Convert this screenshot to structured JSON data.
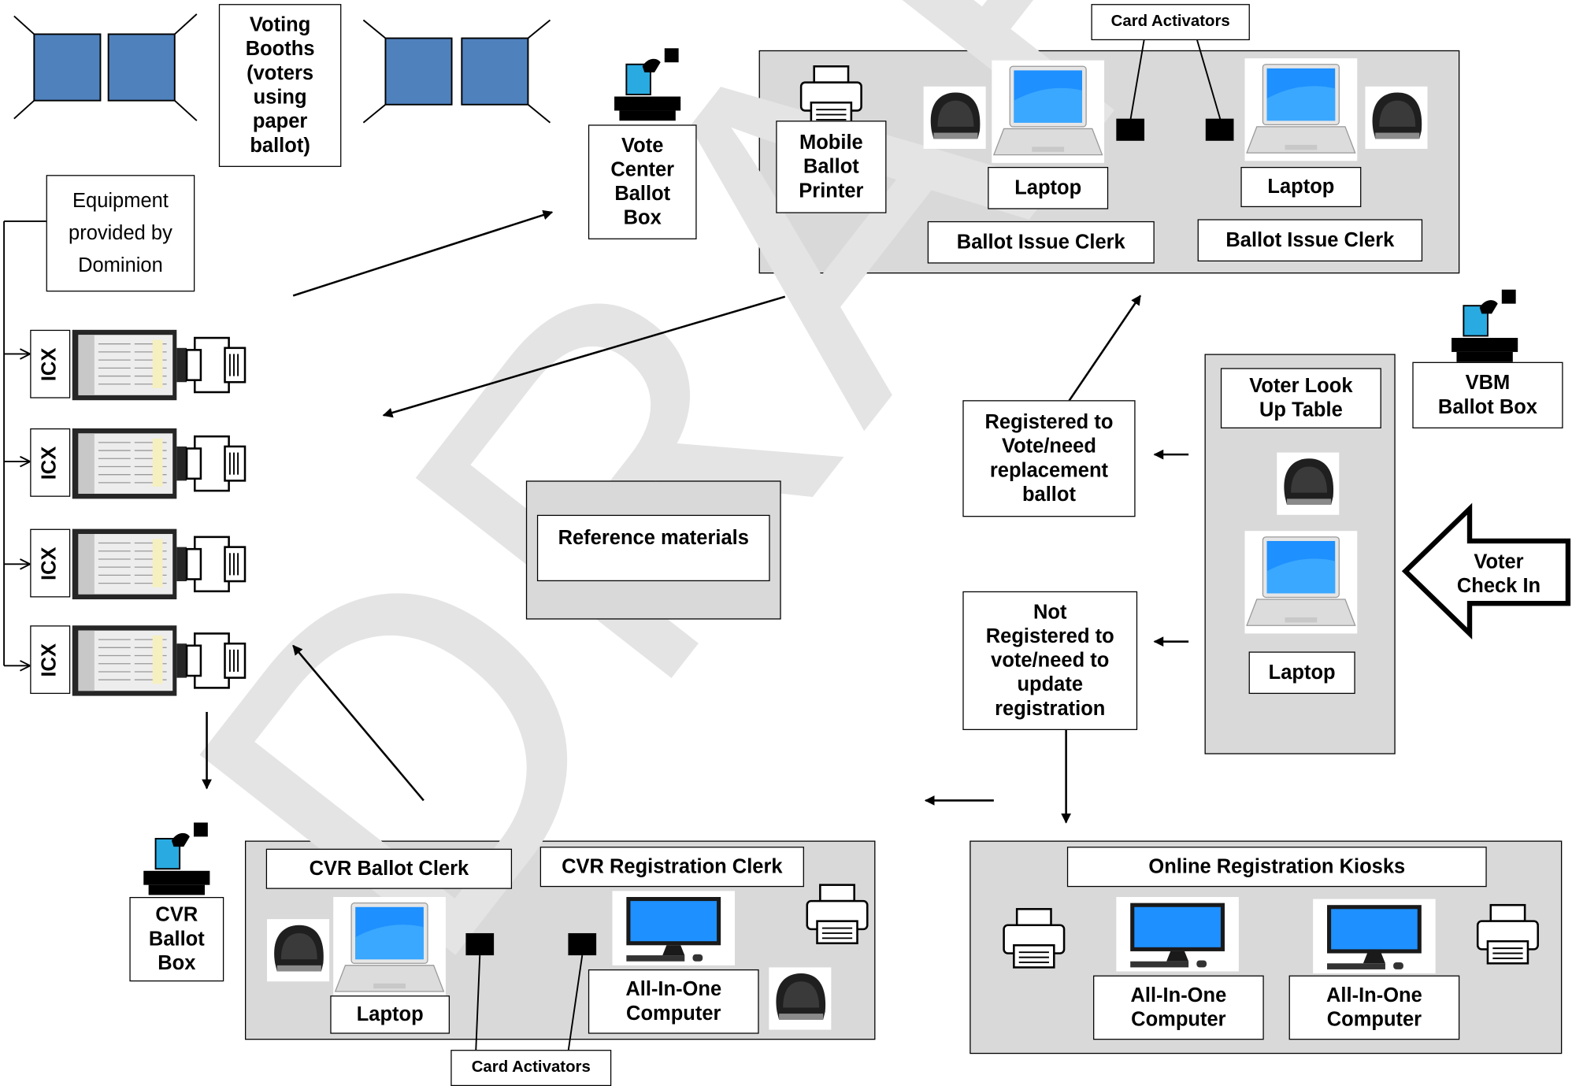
{
  "watermark": "DRAFT",
  "voting_booths_label": "Voting\nBooths\n(voters\nusing\npaper\nballot)",
  "vote_center_ballot_box": "Vote\nCenter\nBallot\nBox",
  "equipment_note": "Equipment\nprovided by\nDominion",
  "icx_label": "ICX",
  "card_activators_label": "Card Activators",
  "ballot_issue": {
    "mobile_ballot_printer": "Mobile\nBallot\nPrinter",
    "laptop_label": "Laptop",
    "clerk_label": "Ballot Issue Clerk"
  },
  "vbm_ballot_box": "VBM\nBallot Box",
  "voter_lookup": {
    "title": "Voter Look\nUp Table",
    "laptop_label": "Laptop"
  },
  "voter_check_in": "Voter\nCheck In",
  "registered_note": "Registered to\nVote/need\nreplacement\nballot",
  "not_registered_note": "Not\nRegistered to\nvote/need to\nupdate\nregistration",
  "reference_materials": "Reference materials",
  "cvr_ballot_box": "CVR\nBallot\nBox",
  "cvr": {
    "ballot_clerk": "CVR Ballot Clerk",
    "registration_clerk": "CVR Registration Clerk",
    "laptop_label": "Laptop",
    "aio_label": "All-In-One\nComputer"
  },
  "online_kiosks": {
    "title": "Online Registration Kiosks",
    "aio_label": "All-In-One\nComputer"
  },
  "colors": {
    "booth_fill": "#4f81bd",
    "panel_bg": "#d9d9d9",
    "screen_blue": "#1e90ff"
  }
}
